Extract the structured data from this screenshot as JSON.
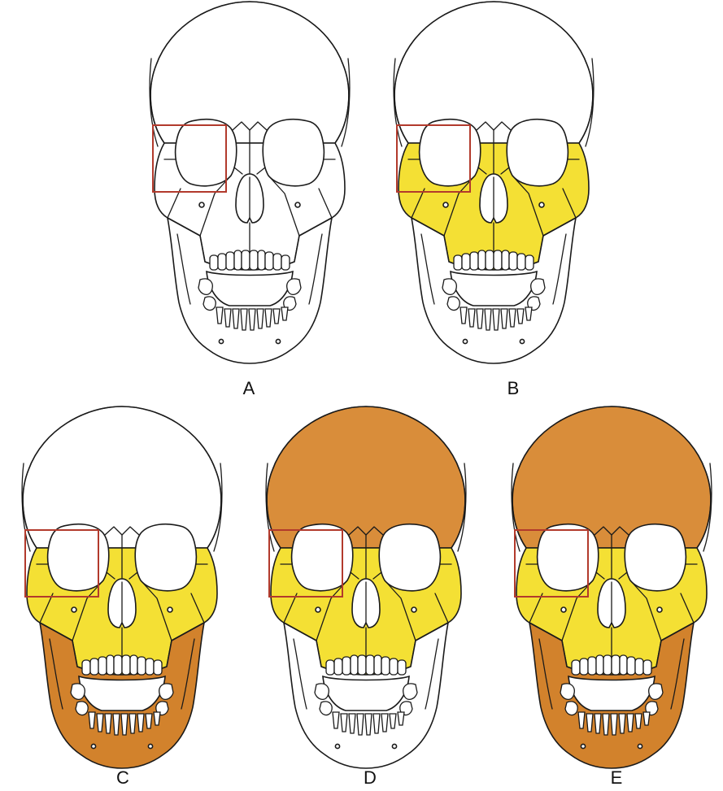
{
  "colors": {
    "background": "#ffffff",
    "outline": "#1a1a1a",
    "unshaded": "#ffffff",
    "midface": "#f4e034",
    "mandible": "#d2822c",
    "cranium": "#d98d3a",
    "highlight_box": "#b23a2c"
  },
  "panels": [
    {
      "label": "A",
      "cranium": false,
      "midface": false,
      "mandible": false
    },
    {
      "label": "B",
      "cranium": false,
      "midface": true,
      "mandible": false
    },
    {
      "label": "C",
      "cranium": false,
      "midface": true,
      "mandible": true
    },
    {
      "label": "D",
      "cranium": true,
      "midface": true,
      "mandible": false
    },
    {
      "label": "E",
      "cranium": true,
      "midface": true,
      "mandible": true
    }
  ]
}
